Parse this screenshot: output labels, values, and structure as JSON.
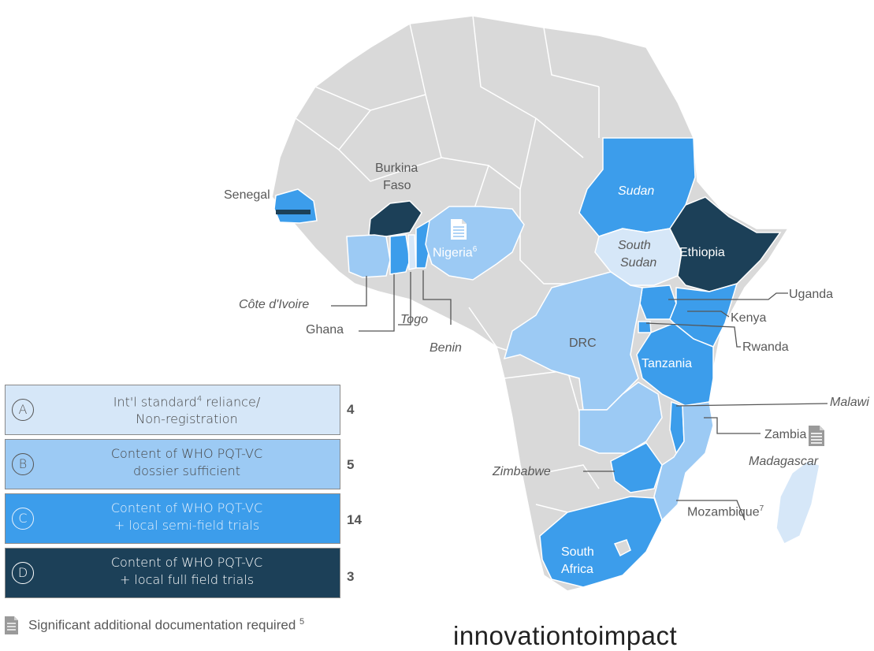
{
  "colors": {
    "A": "#d6e7f8",
    "B": "#9ccaf4",
    "C": "#3c9deb",
    "D": "#1c4058",
    "unselected": "#d9d9d9",
    "border": "#ffffff"
  },
  "labels": {
    "senegal": "Senegal",
    "burkina_line1": "Burkina",
    "burkina_line2": "Faso",
    "sudan": "Sudan",
    "ethiopia": "Ethiopia",
    "south_sudan_line1": "South",
    "south_sudan_line2": "Sudan",
    "nigeria": "Nigeria",
    "nigeria_sup": "6",
    "cote_divoire": "Côte d'Ivoire",
    "ghana": "Ghana",
    "togo": "Togo",
    "benin": "Benin",
    "drc": "DRC",
    "uganda": "Uganda",
    "kenya": "Kenya",
    "rwanda": "Rwanda",
    "tanzania": "Tanzania",
    "malawi": "Malawi",
    "zambia": "Zambia",
    "madagascar": "Madagascar",
    "zimbabwe": "Zimbabwe",
    "mozambique": "Mozambique",
    "mozambique_sup": "7",
    "south_africa_line1": "South",
    "south_africa_line2": "Africa"
  },
  "legend": [
    {
      "letter": "A",
      "line1": "Int'l standard",
      "sup": "4",
      "line1_end": " reliance/",
      "line2": "Non-registration",
      "count": "4"
    },
    {
      "letter": "B",
      "line1": "Content of WHO PQT-VC",
      "sup": "",
      "line1_end": "",
      "line2": "dossier sufficient",
      "count": "5"
    },
    {
      "letter": "C",
      "line1": "Content of WHO PQT-VC",
      "sup": "",
      "line1_end": "",
      "line2": "+ local semi-field trials",
      "count": "14"
    },
    {
      "letter": "D",
      "line1": "Content of WHO PQT-VC",
      "sup": "",
      "line1_end": "",
      "line2": "+ local full field trials",
      "count": "3"
    }
  ],
  "footnote": {
    "text": "Significant additional documentation required ",
    "sup": "5",
    "icon": "document-icon"
  },
  "brand": "innovationtoimpact"
}
